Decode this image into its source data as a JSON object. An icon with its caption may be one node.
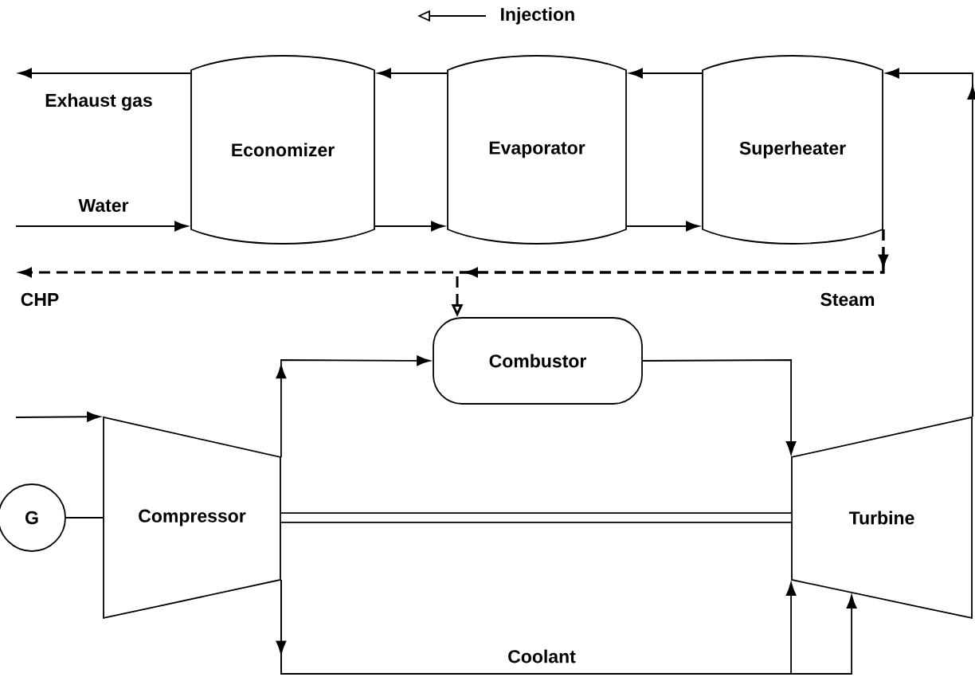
{
  "diagram": {
    "nodes": [
      {
        "text": [
          "Economizer"
        ]
      },
      {
        "text": [
          "Evaporator"
        ]
      },
      {
        "text": [
          "Superheater"
        ]
      },
      {
        "text": [
          "Combustor"
        ]
      },
      {
        "text": [
          "Compressor"
        ]
      },
      {
        "text": [
          "Turbine"
        ]
      },
      {
        "text": [
          "G"
        ]
      }
    ],
    "edges": [
      {
        "from": 0,
        "to": null,
        "arrow": "to",
        "label": "Exhaust gas"
      },
      {
        "from": null,
        "to": 0,
        "arrow": "to",
        "label": "Water"
      },
      {
        "from": 1,
        "to": 0,
        "arrow": "to"
      },
      {
        "from": 2,
        "to": 1,
        "arrow": "to"
      },
      {
        "from": 0,
        "to": 1,
        "arrow": "to"
      },
      {
        "from": 1,
        "to": 2,
        "arrow": "to"
      },
      {
        "from": 5,
        "to": 2,
        "arrow": "to"
      },
      {
        "from": 2,
        "to": null,
        "arrow": "to",
        "label": "CHP",
        "style": "dashed"
      },
      {
        "from": 2,
        "to": 3,
        "arrow": "to",
        "style": "dashed"
      },
      {
        "from": 4,
        "to": 3,
        "arrow": "to"
      },
      {
        "from": 3,
        "to": 5,
        "arrow": "to"
      },
      {
        "from": 4,
        "to": 5,
        "arrow": "to",
        "label": "Coolant"
      },
      {
        "from": 4,
        "to": 5,
        "arrow": "to"
      },
      {
        "from": 4,
        "to": 5,
        "arrow": "none",
        "style": "thick"
      },
      {
        "from": 6,
        "to": 4,
        "arrow": "none"
      },
      {
        "from": null,
        "to": 4,
        "arrow": "to"
      }
    ],
    "labels": [
      "Steam"
    ],
    "legend": [
      {
        "text": "Injection"
      }
    ]
  }
}
